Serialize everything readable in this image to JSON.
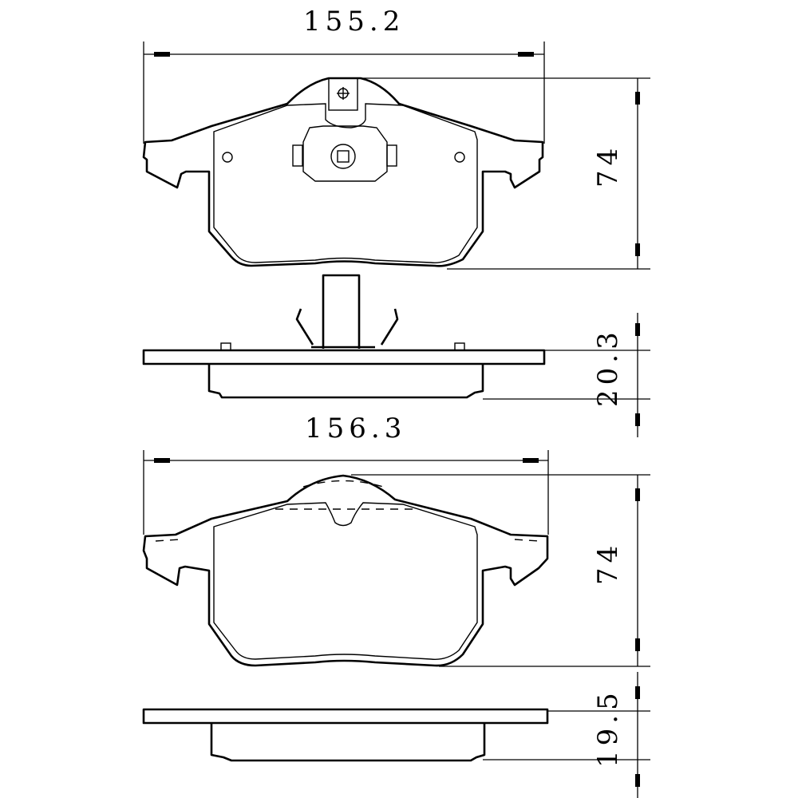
{
  "drawing": {
    "type": "technical-drawing",
    "subject": "brake pad set",
    "views": [
      {
        "name": "pad-1-front-view",
        "dimensions": {
          "width": "155.2",
          "height": "74"
        }
      },
      {
        "name": "pad-1-side-view",
        "dimensions": {
          "thickness": "20.3"
        }
      },
      {
        "name": "pad-2-front-view",
        "dimensions": {
          "width": "156.3",
          "height": "74"
        }
      },
      {
        "name": "pad-2-side-view",
        "dimensions": {
          "thickness": "19.5"
        }
      }
    ],
    "line_color": "#000000",
    "background_color": "#ffffff"
  },
  "labels": {
    "pad1_width": "155.2",
    "pad1_height": "74",
    "pad1_thickness": "20.3",
    "pad2_width": "156.3",
    "pad2_height": "74",
    "pad2_thickness": "19.5"
  }
}
